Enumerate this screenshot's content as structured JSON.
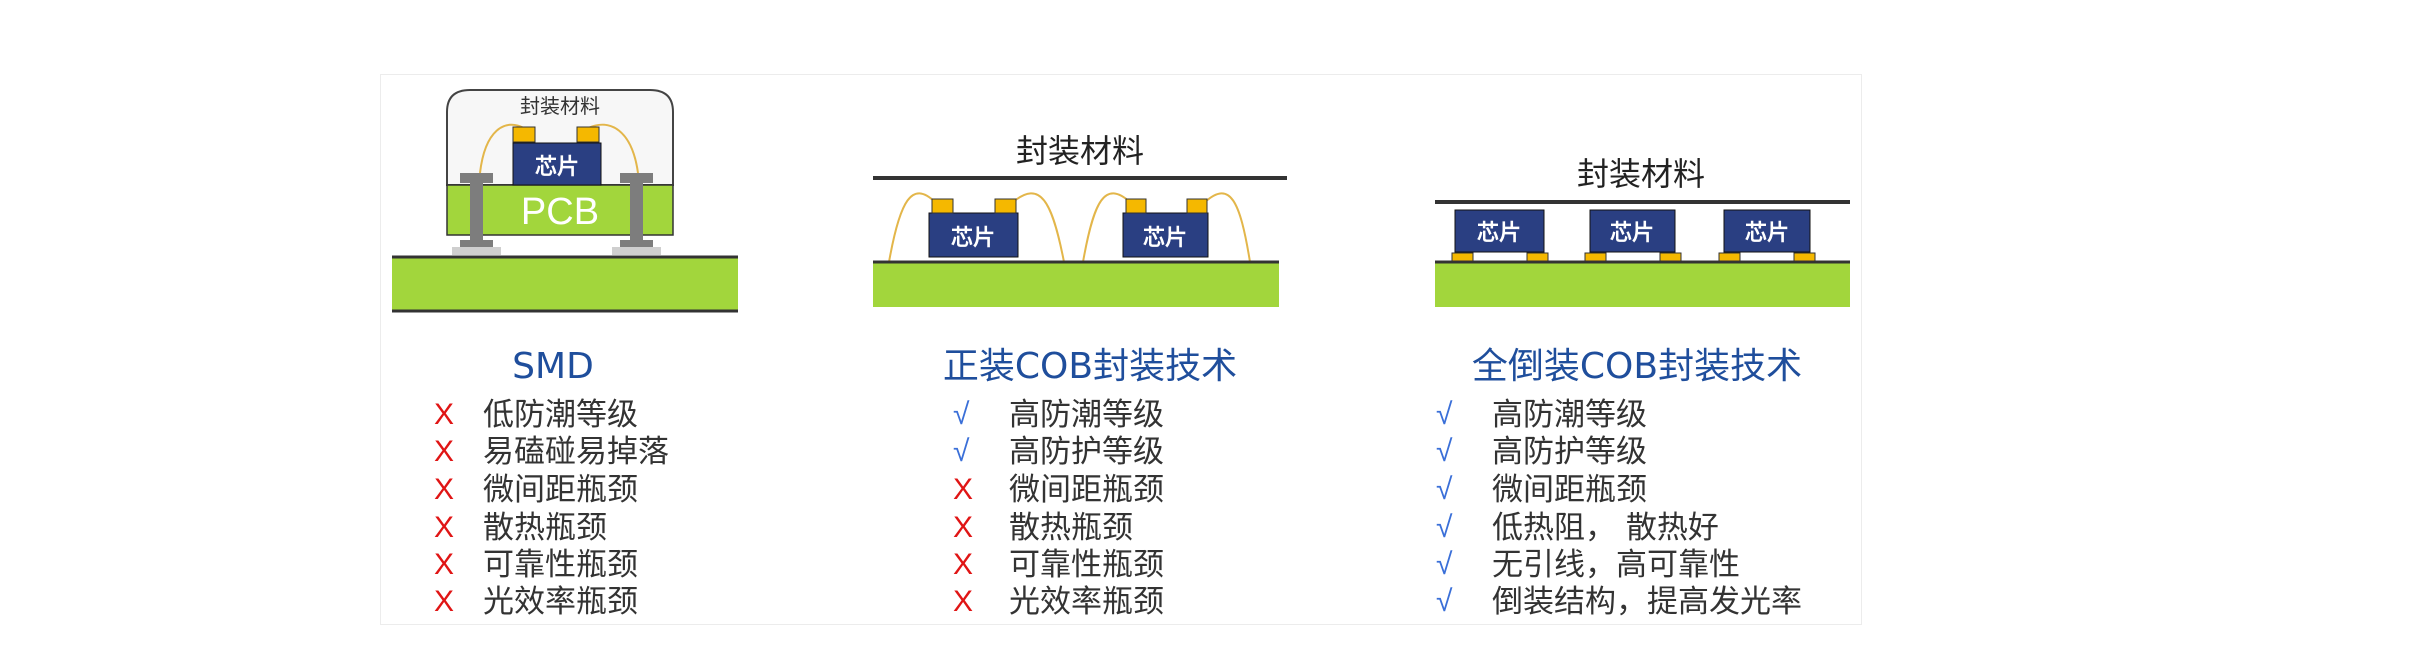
{
  "colors": {
    "title": "#1f4e9c",
    "cross": "#e01515",
    "check": "#3a6fd8",
    "board": "#a2d63c",
    "chip": "#2a3f82",
    "pad": "#f5b800"
  },
  "diagrams": {
    "smd": {
      "material": "封装材料",
      "chip": "芯片",
      "pcb": "PCB"
    },
    "cob": {
      "material": "封装材料",
      "chip": "芯片"
    },
    "flip": {
      "material": "封装材料",
      "chip": "芯片"
    }
  },
  "columns": [
    {
      "title": "SMD",
      "items": [
        {
          "mark": "X",
          "text": "低防潮等级"
        },
        {
          "mark": "X",
          "text": "易磕碰易掉落"
        },
        {
          "mark": "X",
          "text": "微间距瓶颈"
        },
        {
          "mark": "X",
          "text": "散热瓶颈"
        },
        {
          "mark": "X",
          "text": "可靠性瓶颈"
        },
        {
          "mark": "X",
          "text": "光效率瓶颈"
        }
      ]
    },
    {
      "title": "正装COB封装技术",
      "items": [
        {
          "mark": "√",
          "text": "高防潮等级"
        },
        {
          "mark": "√",
          "text": "高防护等级"
        },
        {
          "mark": "X",
          "text": "微间距瓶颈"
        },
        {
          "mark": "X",
          "text": "散热瓶颈"
        },
        {
          "mark": "X",
          "text": "可靠性瓶颈"
        },
        {
          "mark": "X",
          "text": "光效率瓶颈"
        }
      ]
    },
    {
      "title": "全倒装COB封装技术",
      "items": [
        {
          "mark": "√",
          "text": "高防潮等级"
        },
        {
          "mark": "√",
          "text": "高防护等级"
        },
        {
          "mark": "√",
          "text": "微间距瓶颈"
        },
        {
          "mark": "√",
          "text": "低热阻， 散热好"
        },
        {
          "mark": "√",
          "text": "无引线，高可靠性"
        },
        {
          "mark": "√",
          "text": "倒装结构，提高发光率"
        }
      ]
    }
  ]
}
